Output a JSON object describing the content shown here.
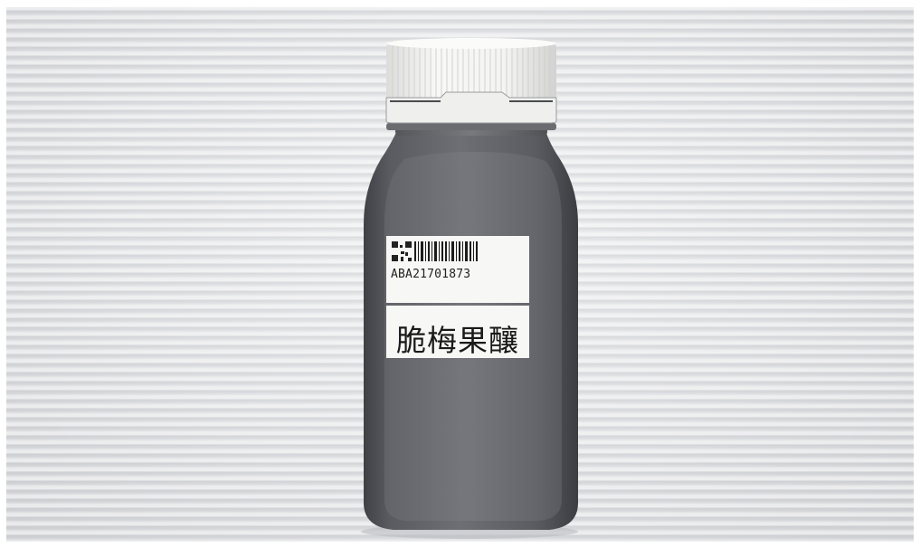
{
  "photo": {
    "subject": "sample-bottle",
    "label": {
      "code": "ABA21701873",
      "name": "脆梅果釀"
    },
    "colors": {
      "background": "#dcdde0",
      "bottle": "#5f6165",
      "cap": "#f3f3f2",
      "label_paper": "#f7f7f5"
    }
  }
}
